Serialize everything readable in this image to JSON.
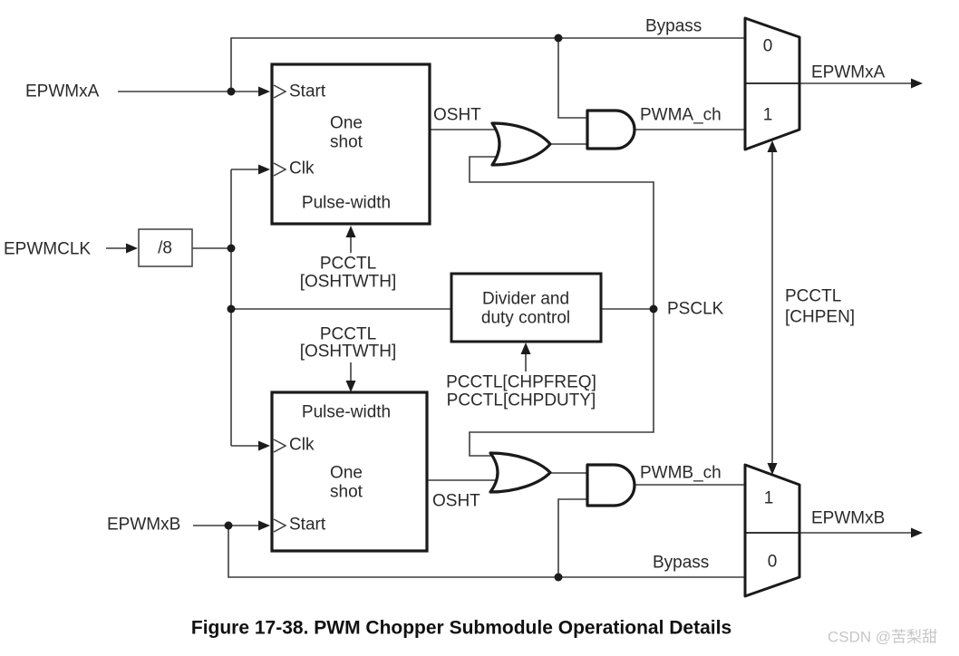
{
  "diagram": {
    "inputs": {
      "epwmxa_label": "EPWMxA",
      "epwmclk_label": "EPWMCLK",
      "epwmxb_label": "EPWMxB"
    },
    "outputs": {
      "epwmxa_label": "EPWMxA",
      "epwmxb_label": "EPWMxB"
    },
    "blocks": {
      "one_shot_a": {
        "start": "Start",
        "one": "One",
        "shot": "shot",
        "clk": "Clk",
        "pulse_width": "Pulse-width"
      },
      "one_shot_b": {
        "pulse_width": "Pulse-width",
        "clk": "Clk",
        "one": "One",
        "shot": "shot",
        "start": "Start"
      },
      "div8_label": "/8",
      "divider_line1": "Divider and",
      "divider_line2": "duty control"
    },
    "signals": {
      "bypass_top": "Bypass",
      "bypass_bottom": "Bypass",
      "osht_a": "OSHT",
      "osht_b": "OSHT",
      "pwma_ch": "PWMA_ch",
      "pwmb_ch": "PWMB_ch",
      "psclk": "PSCLK"
    },
    "registers": {
      "oshtwth_a_line1": "PCCTL",
      "oshtwth_a_line2": "[OSHTWTH]",
      "oshtwth_b_line1": "PCCTL",
      "oshtwth_b_line2": "[OSHTWTH]",
      "chpen_line1": "PCCTL",
      "chpen_line2": "[CHPEN]",
      "chpfreq": "PCCTL[CHPFREQ]",
      "chpduty": "PCCTL[CHPDUTY]"
    },
    "mux_a": {
      "input0": "0",
      "input1": "1"
    },
    "mux_b": {
      "input1": "1",
      "input0": "0"
    },
    "caption": "Figure 17-38. PWM Chopper Submodule Operational Details",
    "watermark": "CSDN @苦梨甜",
    "colors": {
      "wire": "#3d3d3d",
      "shape_stroke": "#1a1a1a",
      "text": "#2a2a2a",
      "watermark": "#c7c7c7"
    }
  }
}
